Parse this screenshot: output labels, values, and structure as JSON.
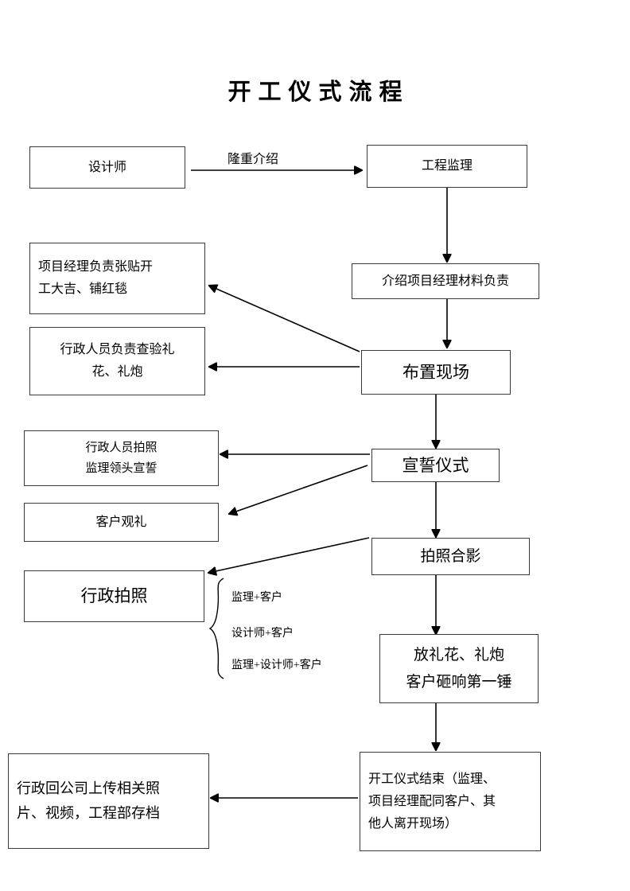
{
  "document": {
    "title": "开工仪式流程"
  },
  "nodes": {
    "designer": {
      "lines": [
        "设计师"
      ]
    },
    "supervisor": {
      "lines": [
        "工程监理"
      ]
    },
    "intro_material": {
      "lines": [
        "介绍项目经理材料负责"
      ]
    },
    "pm_posting": {
      "lines": [
        "项目经理负责张贴开",
        "工大吉、铺红毯"
      ]
    },
    "admin_check": {
      "lines": [
        "行政人员负责查验礼",
        "花、礼炮"
      ]
    },
    "setup_site": {
      "lines": [
        "布置现场"
      ]
    },
    "admin_photo_oath": {
      "lines": [
        "行政人员拍照",
        "监理领头宣誓"
      ]
    },
    "oath_ceremony": {
      "lines": [
        "宣誓仪式"
      ]
    },
    "client_watch": {
      "lines": [
        "客户观礼"
      ]
    },
    "group_photo": {
      "lines": [
        "拍照合影"
      ]
    },
    "admin_photograph": {
      "lines": [
        "行政拍照"
      ]
    },
    "fireworks": {
      "lines": [
        "放礼花、礼炮",
        "客户砸响第一锤"
      ]
    },
    "ceremony_end": {
      "lines": [
        "开工仪式结束（监理、",
        "项目经理配同客户、其",
        "他人离开现场）"
      ]
    },
    "upload_archive": {
      "lines": [
        "行政回公司上传相关照",
        "片、视频，工程部存档"
      ]
    }
  },
  "edges": {
    "grand_intro_label": "隆重介绍"
  },
  "brace_items": [
    {
      "text": "监理+客户"
    },
    {
      "text": "设计师+客户"
    },
    {
      "text": "监理+设计师+客户"
    }
  ],
  "colors": {
    "border": "#3a3a3a",
    "line": "#000000",
    "background": "#ffffff",
    "text": "#000000"
  }
}
